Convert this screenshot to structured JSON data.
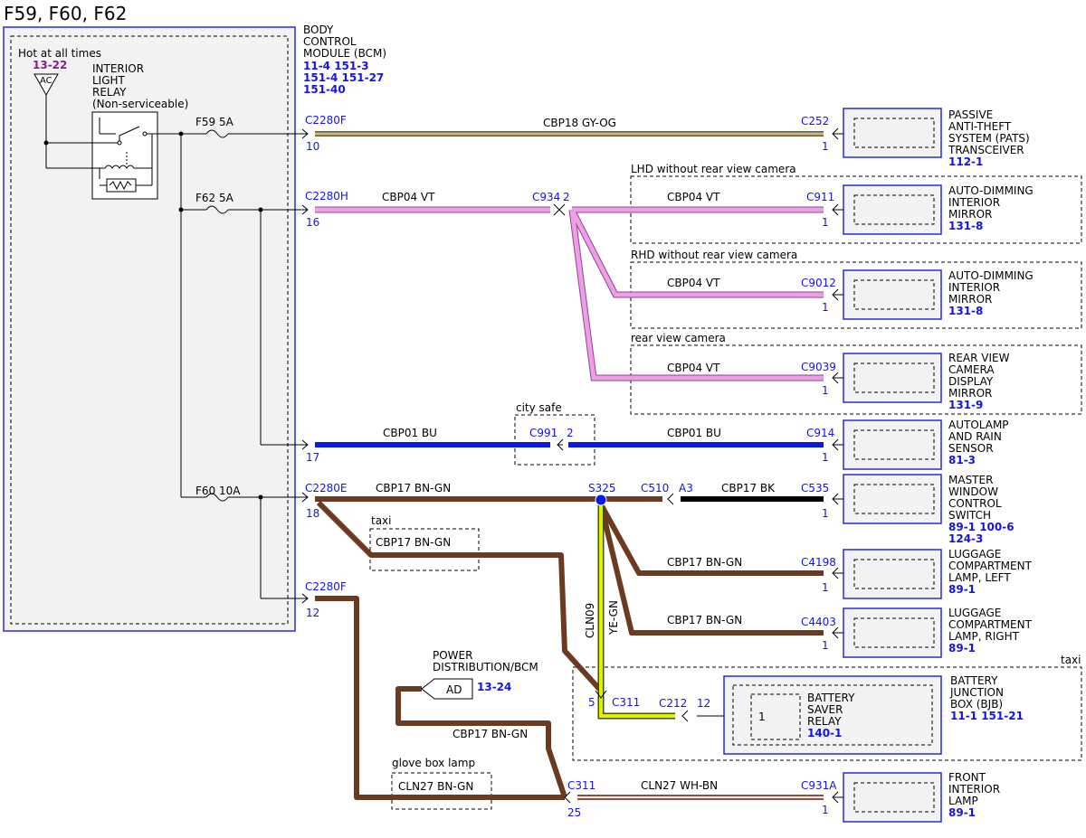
{
  "page_title": "F59, F60, F62",
  "hot_label": "Hot at all times",
  "hot_ref": "13-22",
  "ac_label": "AC",
  "relay": {
    "l1": "INTERIOR",
    "l2": "LIGHT",
    "l3": "RELAY",
    "l4": "(Non-serviceable)"
  },
  "bcm": {
    "l1": "BODY",
    "l2": "CONTROL",
    "l3": "MODULE (BCM)",
    "r1": "11-4  151-3",
    "r2": "151-4  151-27",
    "r3": "151-40"
  },
  "fuses": {
    "f59": "F59  5A",
    "f62": "F62  5A",
    "f60": "F60  10A"
  },
  "connectors": {
    "c2280f_top": "C2280F",
    "pin10": "10",
    "c2280h": "C2280H",
    "pin16": "16",
    "pin17": "17",
    "c2280e": "C2280E",
    "pin18": "18",
    "c2280f_bot": "C2280F",
    "pin12": "12",
    "c252": "C252",
    "c911": "C911",
    "c9012": "C9012",
    "c9039": "C9039",
    "c914": "C914",
    "c535": "C535",
    "c4198": "C4198",
    "c4403": "C4403",
    "c931a": "C931A",
    "c934": "C934",
    "c934_pin": "2",
    "c991": "C991",
    "c991_pin": "2",
    "c510": "C510",
    "c510_pin": "A3",
    "s325": "S325",
    "c311_mid": "C311",
    "c311_mid_pin": "5",
    "c212": "C212",
    "c212_pin": "12",
    "c311_bot": "C311",
    "c311_bot_pin": "25",
    "pin1": "1"
  },
  "wires": {
    "cbp18": "CBP18  GY-OG",
    "cbp04": "CBP04  VT",
    "cbp01": "CBP01  BU",
    "cbp17": "CBP17  BN-GN",
    "cbp17_bk": "CBP17  BK",
    "cln09": "CLN09",
    "ye_gn": "YE-GN",
    "cln27": "CLN27  WH-BN",
    "cln27_bngn": "CLN27  BN-GN"
  },
  "groups": {
    "lhd": "LHD without rear view camera",
    "rhd": "RHD without rear view camera",
    "rvc": "rear view camera",
    "city_safe": "city safe",
    "taxi1": "taxi",
    "taxi2": "taxi",
    "glove": "glove box lamp"
  },
  "power_dist": {
    "l1": "POWER",
    "l2": "DISTRIBUTION/BCM",
    "ad": "AD",
    "ref": "13-24"
  },
  "components": [
    {
      "lines": [
        "PASSIVE",
        "ANTI-THEFT",
        "SYSTEM (PATS)",
        "TRANSCEIVER"
      ],
      "ref": "112-1"
    },
    {
      "lines": [
        "AUTO-DIMMING",
        "INTERIOR",
        "MIRROR"
      ],
      "ref": "131-8"
    },
    {
      "lines": [
        "AUTO-DIMMING",
        "INTERIOR",
        "MIRROR"
      ],
      "ref": "131-8"
    },
    {
      "lines": [
        "REAR VIEW",
        "CAMERA",
        "DISPLAY",
        "MIRROR"
      ],
      "ref": "131-9"
    },
    {
      "lines": [
        "AUTOLAMP",
        "AND RAIN",
        "SENSOR"
      ],
      "ref": "81-3"
    },
    {
      "lines": [
        "MASTER",
        "WINDOW",
        "CONTROL",
        "SWITCH"
      ],
      "ref": "89-1  100-6",
      "ref2": "124-3"
    },
    {
      "lines": [
        "LUGGAGE",
        "COMPARTMENT",
        "LAMP, LEFT"
      ],
      "ref": "89-1"
    },
    {
      "lines": [
        "LUGGAGE",
        "COMPARTMENT",
        "LAMP, RIGHT"
      ],
      "ref": "89-1"
    },
    {
      "lines": [
        "BATTERY",
        "JUNCTION",
        "BOX (BJB)"
      ],
      "ref": "11-1  151-21"
    },
    {
      "lines": [
        "FRONT",
        "INTERIOR",
        "LAMP"
      ],
      "ref": "89-1"
    }
  ],
  "bsr": {
    "pin": "1",
    "l1": "BATTERY",
    "l2": "SAVER",
    "l3": "RELAY",
    "ref": "140-1"
  },
  "colors": {
    "gyog": "#a89a6c",
    "violet": "#e88be0",
    "blue": "#0a1ae6",
    "brown": "#6b3b21",
    "black": "#000000",
    "yegn": "#d4e000",
    "whbn": "#c98f80",
    "box_stroke": "#2a2ad6"
  }
}
